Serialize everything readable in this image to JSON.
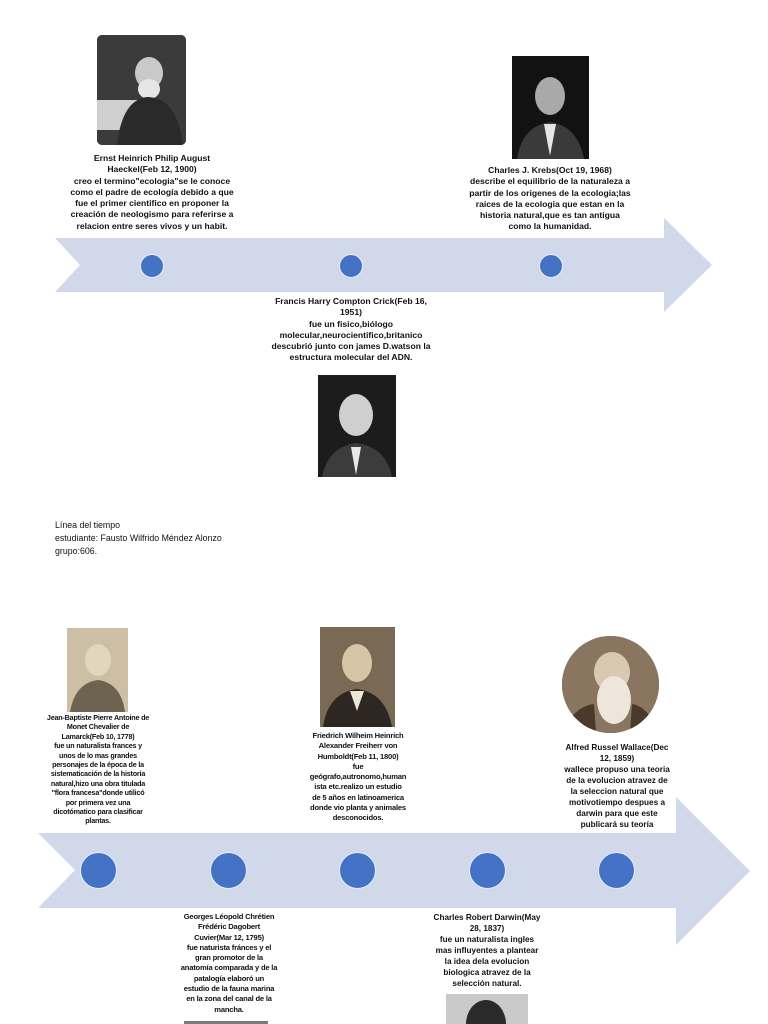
{
  "document": {
    "title": "Línea del tiempo",
    "caption_lines": [
      "Línea del tiempo",
      "estudiante: Fausto Wilfrido Méndez Alonzo",
      "grupo:606."
    ]
  },
  "colors": {
    "arrow_fill": "#d0d8ea",
    "dot_fill": "#4472c4",
    "text": "#111111"
  },
  "timeline_top": {
    "events": [
      {
        "name": "Ernst Heinrich Philip August Haeckel",
        "date": "Feb 12, 1900",
        "text": "Ernst Heinrich Philip August\nHaeckel(Feb 12, 1900)\ncreo el termino\"ecologia\"se le conoce\ncomo el padre de ecología debido a que\nfue el primer cientifico en proponer la\ncreación de neologismo para referirse a\nrelacion entre seres vivos y un habit.",
        "position": "above"
      },
      {
        "name": "Francis Harry Compton Crick",
        "date": "Feb 16, 1951",
        "text": "Francis Harry Compton Crick(Feb 16,\n1951)\nfue un fisico,biólogo\nmolecular,neurocientifico,britanico\ndescubrió junto con james D.watson la\nestructura molecular  del ADN.",
        "position": "below"
      },
      {
        "name": "Charles J. Krebs",
        "date": "Oct 19, 1968",
        "text": "Charles J. Krebs(Oct 19, 1968)\ndescribe el equilibrio de la naturaleza a\npartir de los origenes de la ecologia;las\nraices de la ecologia que  estan en la\nhistoria natural,que es tan antigua\ncomo la humanidad.",
        "position": "above"
      }
    ]
  },
  "timeline_bottom": {
    "events": [
      {
        "name": "Jean-Baptiste Pierre Antoine de Monet Chevalier de Lamarck",
        "date": "Feb 10, 1778",
        "text": "Jean-Baptiste Pierre Antoine de\nMonet Chevalier de\nLamarck(Feb 10, 1778)\nfue un naturalista frances y\nunos de lo mas grandes\npersonajes de la época de la\nsistematicación de la historia\nnatural,hizo una obra titulada\n\"flora francesa\"donde utilicó\npor primera vez una\ndicotómatico para clasificar\nplantas.",
        "position": "above"
      },
      {
        "name": "Georges Léopold Chrétien Frédéric Dagobert Cuvier",
        "date": "Mar 12, 1795",
        "text": "Georges Léopold Chrétien\nFrédéric Dagobert\nCuvier(Mar 12, 1795)\nfue naturista fránces y el\ngran promotor de la\nanatomía comparada y de la\npatalogía elaboró un\nestudio de la fauna marina\nen la zona del canal de la\nmancha.",
        "position": "below"
      },
      {
        "name": "Friedrich Wilheim Heinrich Alexander Freiherr von Humboldt",
        "date": "Feb 11, 1800",
        "text": "Friedrich Wilheim Heinrich\nAlexander Freiherr von\nHumboldt(Feb 11, 1800)\nfue\ngeógrafo,autronomo,human\nista etc.realizo un estudio\nde 5 años en latinoamerica\ndonde vio planta y animales\ndesconocidos.",
        "position": "above"
      },
      {
        "name": "Charles Robert Darwin",
        "date": "May 28, 1837",
        "text": "Charles Robert Darwin(May\n28, 1837)\nfue un naturalista ingles\nmas influyentes a plantear\nla idea dela evolucion\nbiologica atravez de la\nselección natural.",
        "position": "below"
      },
      {
        "name": "Alfred Russel Wallace",
        "date": "Dec 12, 1859",
        "text": "Alfred Russel Wallace(Dec\n12, 1859)\nwallece propuso una teoria\nde la evolucion atravez de\nla seleccion natural que\nmotivotiempo despues a\ndarwin para que este\npublicará su teoría",
        "position": "above"
      }
    ]
  }
}
